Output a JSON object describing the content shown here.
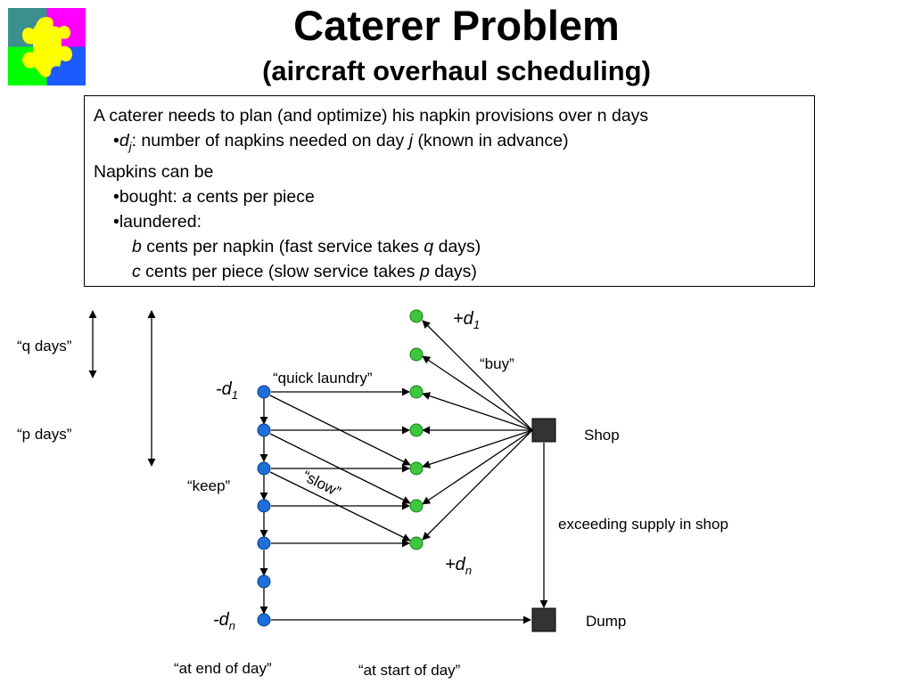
{
  "header": {
    "title": "Caterer Problem",
    "subtitle": "(aircraft overhaul scheduling)"
  },
  "colors": {
    "demand_node": "#1e6fd9",
    "supply_node": "#3cc83c",
    "hub_node": "#333333"
  },
  "logo": {
    "name": "puzzle-logo",
    "colors": [
      "#3c8f8f",
      "#ff00ff",
      "#00ff00",
      "#1e5bff",
      "#ffff00"
    ]
  },
  "description": {
    "line1": "A caterer needs to plan (and optimize) his napkin provisions over n days",
    "bullet_d_var": "d",
    "bullet_d_sub": "j",
    "bullet_d_text1": ": number of napkins needed on day ",
    "bullet_d_j": "j",
    "bullet_d_text2": " (known in advance)",
    "line_napkins": "Napkins can be",
    "bought_prefix": "bought: ",
    "bought_var": "a",
    "bought_text": " cents per piece",
    "laundered": "laundered:",
    "fast_var": "b",
    "fast_text1": " cents per napkin (fast service takes ",
    "fast_q": "q",
    "fast_text2": " days)",
    "slow_var": "c",
    "slow_text1": " cents per piece (slow service takes ",
    "slow_p": "p",
    "slow_text2": " days)",
    "bullet": "•"
  },
  "diagram": {
    "q_days": "“q days”",
    "p_days": "“p days”",
    "quick_laundry": "“quick laundry”",
    "keep": "“keep”",
    "slow": "“slow”",
    "buy": "“buy”",
    "shop": "Shop",
    "dump": "Dump",
    "exceeding": "exceeding supply in shop",
    "end_of_day": "“at end of day”",
    "start_of_day": "“at start of day”",
    "minus_d1_sign": "-d",
    "minus_d1_sub": "1",
    "minus_dn_sign": "-d",
    "minus_dn_sub": "n",
    "plus_d1_sign": "+d",
    "plus_d1_sub": "1",
    "plus_dn_sign": "+d",
    "plus_dn_sub": "n"
  }
}
